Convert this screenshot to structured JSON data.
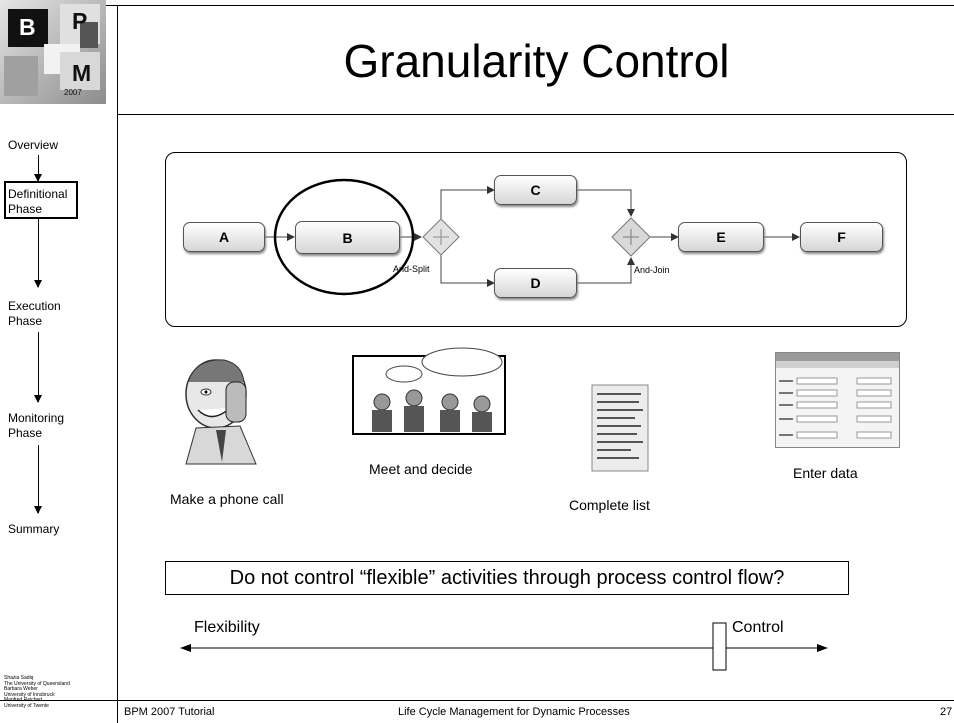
{
  "title": "Granularity Control",
  "logo": {
    "letters": [
      "B",
      "P",
      "M"
    ],
    "year": "2007"
  },
  "nav": {
    "items": [
      {
        "label": "Overview"
      },
      {
        "label": "Definitional\nPhase",
        "active": true
      },
      {
        "label": "Execution\nPhase"
      },
      {
        "label": "Monitoring\nPhase"
      },
      {
        "label": "Summary"
      }
    ]
  },
  "authors": "Shazia Sadiq\nThe University of Queensland\nBarbara Weber\nUniversity of Innsbruck\nManfred Reichert\nUniversity of Twente",
  "process": {
    "tasks": {
      "A": "A",
      "B": "B",
      "C": "C",
      "D": "D",
      "E": "E",
      "F": "F"
    },
    "split_label": "And-Split",
    "join_label": "And-Join"
  },
  "activities": {
    "phone": "Make a phone call",
    "meet": "Meet and decide",
    "list": "Complete list",
    "data": "Enter data"
  },
  "question": "Do not control “flexible” activities through process control flow?",
  "scale": {
    "left_label": "Flexibility",
    "right_label": "Control"
  },
  "footer": {
    "left": "BPM 2007 Tutorial",
    "center": "Life Cycle Management for Dynamic Processes",
    "page": "27"
  }
}
